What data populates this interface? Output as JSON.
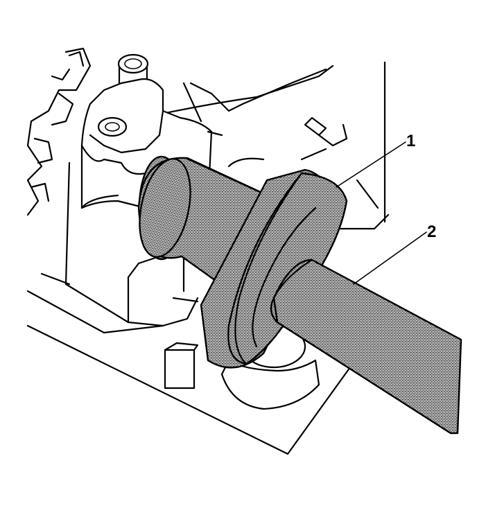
{
  "callouts": [
    {
      "id": "1",
      "label": "1"
    },
    {
      "id": "2",
      "label": "2"
    }
  ],
  "colors": {
    "ink": "#000000",
    "paper": "#ffffff",
    "stipple": "#8a8a8a"
  }
}
